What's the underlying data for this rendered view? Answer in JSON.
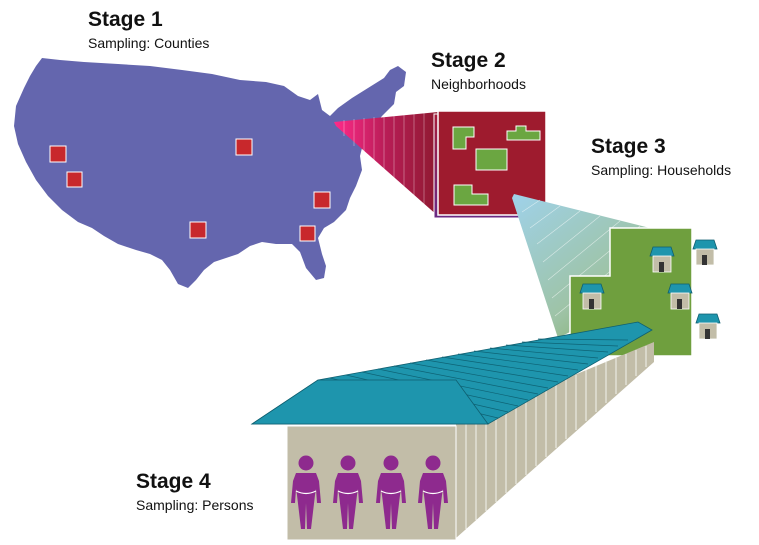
{
  "stages": [
    {
      "title": "Stage 1",
      "subtitle": "Sampling: Counties"
    },
    {
      "title": "Stage 2",
      "subtitle": "Neighborhoods"
    },
    {
      "title": "Stage 3",
      "subtitle": "Sampling: Households"
    },
    {
      "title": "Stage 4",
      "subtitle": "Sampling: Persons"
    }
  ],
  "colors": {
    "map_fill": "#6466ae",
    "county_marker": "#c8282c",
    "neighborhood_fill": "#9e1b2e",
    "parcel_green": "#6ba641",
    "household_green": "#6f9f3e",
    "roof_teal": "#1e95ad",
    "house_wall": "#c2bda8",
    "person_purple": "#8e2a8e"
  },
  "counts": {
    "counties": 6,
    "parcels": 4,
    "households": 5,
    "persons": 4
  }
}
